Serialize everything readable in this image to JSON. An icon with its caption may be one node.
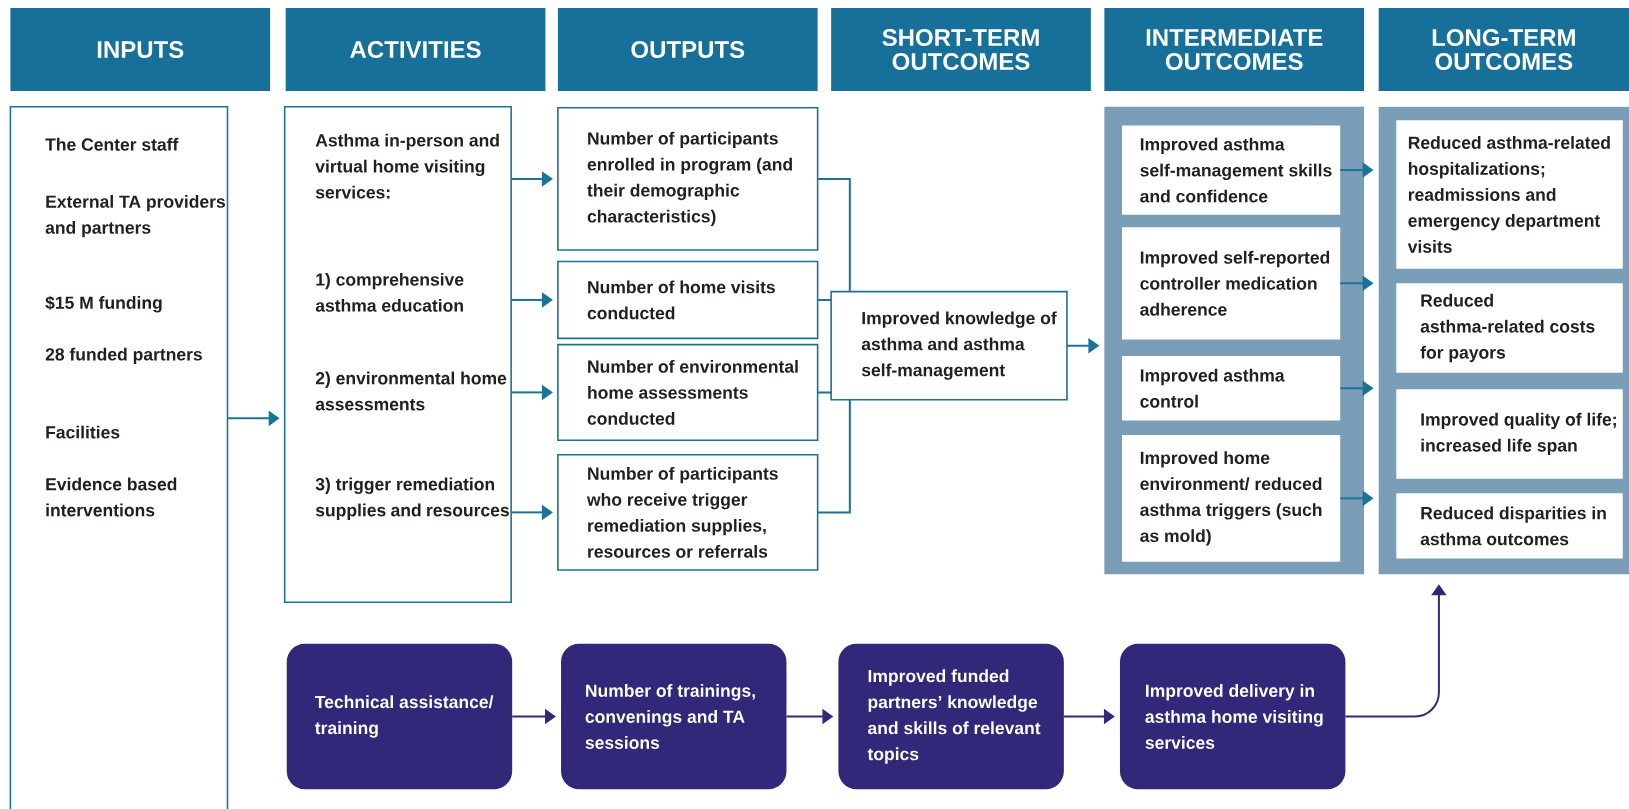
{
  "diagram": {
    "nodes": [
      {
        "text": [
          "INPUTS"
        ]
      },
      {
        "text": [
          "ACTIVITIES"
        ]
      },
      {
        "text": [
          "OUTPUTS"
        ]
      },
      {
        "text": [
          "SHORT-TERM OUTCOMES"
        ]
      },
      {
        "text": [
          "INTERMEDIATE OUTCOMES"
        ]
      },
      {
        "text": [
          "LONG-TERM OUTCOMES"
        ]
      },
      {
        "text": [
          "The Center staff",
          "External TA providers and partners",
          "$15 M funding",
          "28 funded partners",
          "Facilities",
          "Evidence based interventions"
        ]
      },
      {
        "text": [
          "Asthma in-person and virtual home visiting services:",
          "1) comprehensive asthma education",
          "2) environmental home assessments",
          "3) trigger remediation supplies and resources"
        ]
      },
      {
        "text": [
          "Number of participants enrolled in program (and their demographic characteristics)"
        ]
      },
      {
        "text": [
          "Number of home visits conducted"
        ]
      },
      {
        "text": [
          "Number of environmental home assessments conducted"
        ]
      },
      {
        "text": [
          "Number of participants who receive trigger remediation supplies, resources or referrals"
        ]
      },
      {
        "text": [
          "Improved knowledge of asthma and asthma self-management"
        ]
      },
      {
        "text": [],
        "shape": "box"
      },
      {
        "text": [
          "Improved asthma self-management skills and confidence"
        ],
        "in": 13
      },
      {
        "text": [
          "Improved self-reported controller medication adherence"
        ],
        "in": 13
      },
      {
        "text": [
          "Improved asthma control"
        ],
        "in": 13
      },
      {
        "text": [
          "Improved home environment/ reduced asthma triggers (such as mold)"
        ],
        "in": 13
      },
      {
        "text": [],
        "shape": "box"
      },
      {
        "text": [
          "Reduced asthma-related hospitalizations; readmissions and emergency department visits"
        ],
        "in": 18
      },
      {
        "text": [
          "Reduced asthma-related costs for payors"
        ],
        "in": 18
      },
      {
        "text": [
          "Improved quality of life; increased life span"
        ],
        "in": 18
      },
      {
        "text": [
          "Reduced disparities in asthma outcomes"
        ],
        "in": 18
      },
      {
        "text": [
          "Technical assistance/ training"
        ]
      },
      {
        "text": [
          "Number of trainings, convenings and TA sessions"
        ]
      },
      {
        "text": [
          "Improved funded partners’ knowledge and skills of relevant topics"
        ]
      },
      {
        "text": [
          "Improved delivery in asthma home visiting services"
        ]
      }
    ],
    "edges": [
      {
        "from": 6,
        "to": 7,
        "arrow": "to"
      },
      {
        "from": 7,
        "to": 8,
        "arrow": "to"
      },
      {
        "from": 7,
        "to": 9,
        "arrow": "to"
      },
      {
        "from": 7,
        "to": 10,
        "arrow": "to"
      },
      {
        "from": 7,
        "to": 11,
        "arrow": "to"
      },
      {
        "from": 8,
        "to": 12,
        "arrow": "none"
      },
      {
        "from": 9,
        "to": 12,
        "arrow": "none"
      },
      {
        "from": 10,
        "to": 12,
        "arrow": "none"
      },
      {
        "from": 11,
        "to": 12,
        "arrow": "none"
      },
      {
        "from": 12,
        "to": 13,
        "arrow": "to"
      },
      {
        "from": 14,
        "to": 18,
        "arrow": "to"
      },
      {
        "from": 15,
        "to": 18,
        "arrow": "to"
      },
      {
        "from": 16,
        "to": 18,
        "arrow": "to"
      },
      {
        "from": 17,
        "to": 18,
        "arrow": "to"
      },
      {
        "from": 23,
        "to": 24,
        "arrow": "to",
        "color": "#32297a"
      },
      {
        "from": 24,
        "to": 25,
        "arrow": "to",
        "color": "#32297a"
      },
      {
        "from": 25,
        "to": 26,
        "arrow": "to",
        "color": "#32297a"
      },
      {
        "from": 26,
        "to": 18,
        "arrow": "to",
        "color": "#32297a"
      }
    ]
  }
}
